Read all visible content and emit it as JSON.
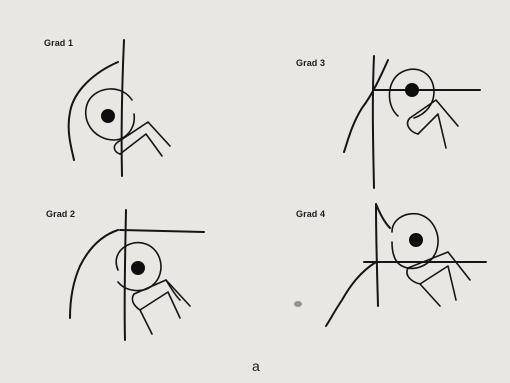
{
  "panels": [
    {
      "label": "Grad 1"
    },
    {
      "label": "Grad 2"
    },
    {
      "label": "Grad 3"
    },
    {
      "label": "Grad 4"
    }
  ],
  "caption": "a",
  "colors": {
    "background": "#e8e7e3",
    "ink": "#151515"
  }
}
